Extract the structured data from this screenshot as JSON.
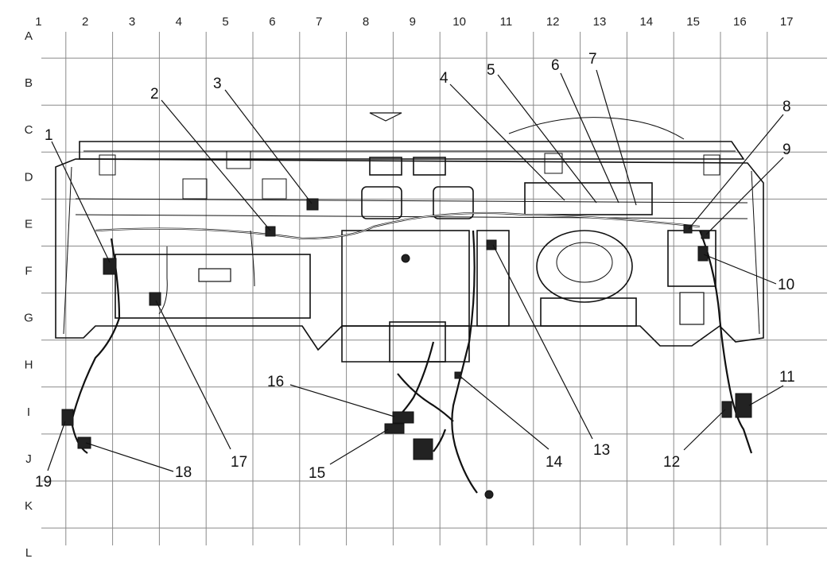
{
  "grid": {
    "columns": [
      "1",
      "2",
      "3",
      "4",
      "5",
      "6",
      "7",
      "8",
      "9",
      "10",
      "11",
      "12",
      "13",
      "14",
      "15",
      "16",
      "17"
    ],
    "rows": [
      "A",
      "B",
      "C",
      "D",
      "E",
      "F",
      "G",
      "H",
      "I",
      "J",
      "K",
      "L"
    ]
  },
  "callouts": [
    {
      "id": "1",
      "label": "1"
    },
    {
      "id": "2",
      "label": "2"
    },
    {
      "id": "3",
      "label": "3"
    },
    {
      "id": "4",
      "label": "4"
    },
    {
      "id": "5",
      "label": "5"
    },
    {
      "id": "6",
      "label": "6"
    },
    {
      "id": "7",
      "label": "7"
    },
    {
      "id": "8",
      "label": "8"
    },
    {
      "id": "9",
      "label": "9"
    },
    {
      "id": "10",
      "label": "10"
    },
    {
      "id": "11",
      "label": "11"
    },
    {
      "id": "12",
      "label": "12"
    },
    {
      "id": "13",
      "label": "13"
    },
    {
      "id": "14",
      "label": "14"
    },
    {
      "id": "15",
      "label": "15"
    },
    {
      "id": "16",
      "label": "16"
    },
    {
      "id": "17",
      "label": "17"
    },
    {
      "id": "18",
      "label": "18"
    },
    {
      "id": "19",
      "label": "19"
    }
  ],
  "colors": {
    "line": "#111111",
    "grid": "#8a8a8a",
    "background": "#ffffff"
  }
}
